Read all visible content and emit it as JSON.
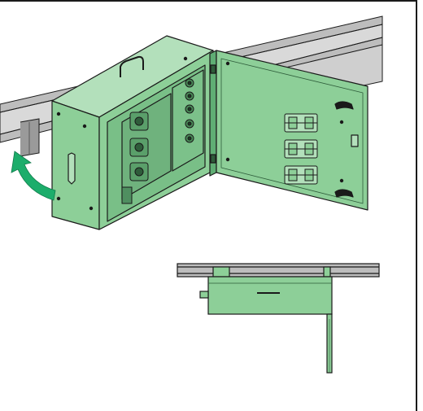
{
  "colors": {
    "enclosure_green": "#8dcf98",
    "enclosure_green_dark": "#5fae74",
    "enclosure_green_light": "#b3e0bb",
    "arrow_green": "#1cad6b",
    "rail_gray": "#bdbdbd",
    "line": "#1a1a1a"
  },
  "figure": {
    "views": [
      {
        "name": "isometric-view",
        "content": "enclosure-with-open-door-on-rail"
      },
      {
        "name": "top-view",
        "content": "enclosure-and-open-door-from-above"
      }
    ],
    "door_components": {
      "fuse_holders": 3,
      "cable_glands": 5
    }
  }
}
